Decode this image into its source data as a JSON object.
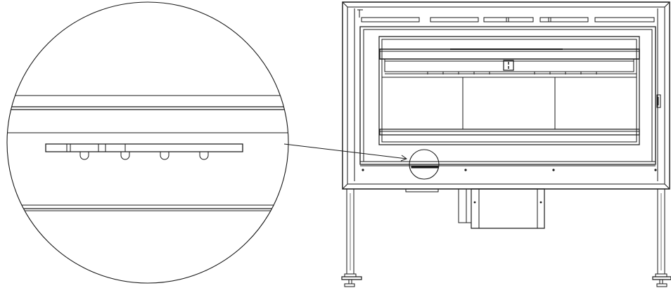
{
  "drawing": {
    "colors": {
      "line": "#1a1a1a",
      "paper": "#ffffff"
    },
    "parts": [
      "detail-magnifier-circle",
      "detail-leader-line",
      "detail-target-circle",
      "fireplace-outer-frame",
      "glass-door",
      "firebox-opening",
      "baffle-plate",
      "door-handle-latch",
      "firebrick-panels",
      "air-control-slider",
      "ash-drawer-box",
      "support-legs",
      "leveling-feet"
    ]
  }
}
